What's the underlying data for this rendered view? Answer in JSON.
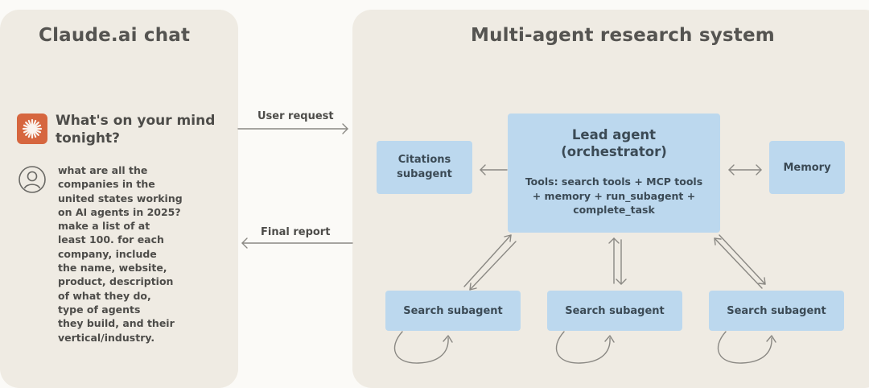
{
  "left_panel": {
    "title": "Claude.ai chat",
    "prompt_heading": "What's on your mind tonight?",
    "user_message": "what are all the\ncompanies in the\nunited states working\non AI agents in 2025?\nmake a list of at\nleast 100. for each\ncompany, include\nthe name, website,\nproduct, description\nof what they do,\ntype of agents\nthey build, and their\nvertical/industry."
  },
  "flows": {
    "user_request": "User request",
    "final_report": "Final report"
  },
  "right_panel": {
    "title": "Multi-agent research system",
    "lead_agent": {
      "title": "Lead agent\n(orchestrator)",
      "tools": "Tools: search tools + MCP tools\n+ memory + run_subagent +\ncomplete_task"
    },
    "citations_subagent": "Citations\nsubagent",
    "memory": "Memory",
    "subagents": [
      "Search subagent",
      "Search subagent",
      "Search subagent"
    ]
  },
  "colors": {
    "panel_background": "#efebe3",
    "box_fill": "#bcd8ee",
    "logo_orange": "#d6663f",
    "arrow_gray": "#8a8883"
  }
}
